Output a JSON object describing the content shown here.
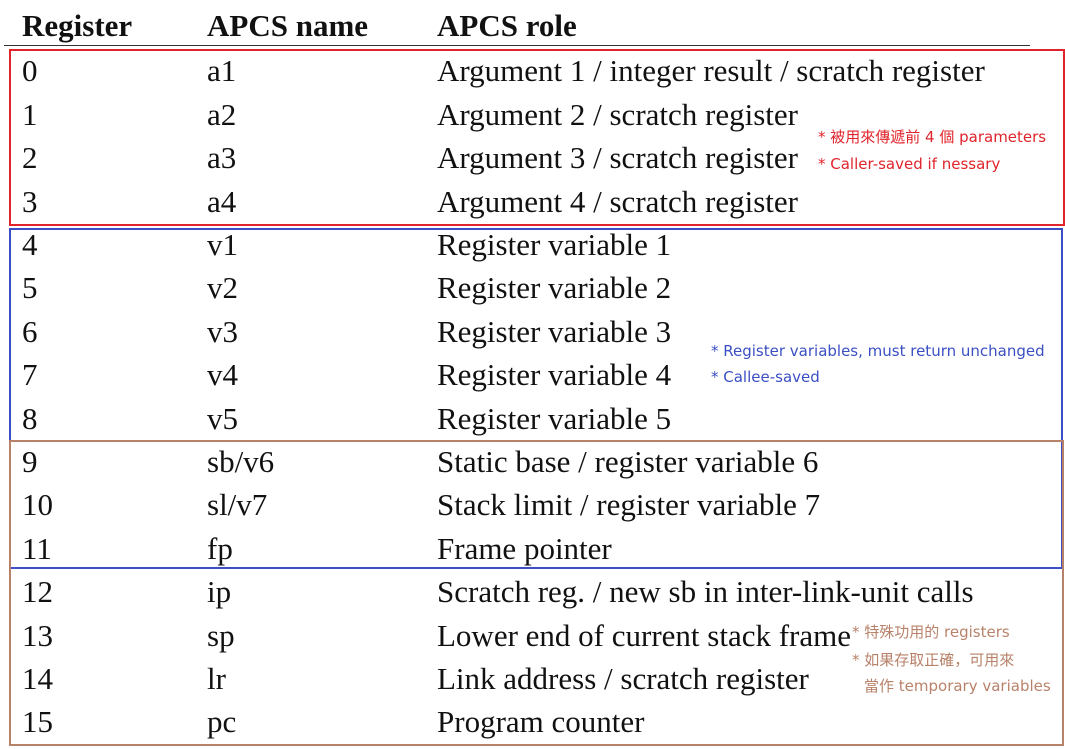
{
  "headers": {
    "register": "Register",
    "apcs_name": "APCS name",
    "apcs_role": "APCS role"
  },
  "rows": [
    {
      "num": "0",
      "name": "a1",
      "role": "Argument 1 / integer result / scratch register"
    },
    {
      "num": "1",
      "name": "a2",
      "role": "Argument 2 / scratch register"
    },
    {
      "num": "2",
      "name": "a3",
      "role": "Argument 3 / scratch register"
    },
    {
      "num": "3",
      "name": "a4",
      "role": "Argument 4 / scratch register"
    },
    {
      "num": "4",
      "name": "v1",
      "role": "Register variable 1"
    },
    {
      "num": "5",
      "name": "v2",
      "role": "Register variable 2"
    },
    {
      "num": "6",
      "name": "v3",
      "role": "Register variable 3"
    },
    {
      "num": "7",
      "name": "v4",
      "role": "Register variable 4"
    },
    {
      "num": "8",
      "name": "v5",
      "role": "Register variable 5"
    },
    {
      "num": "9",
      "name": "sb/v6",
      "role": "Static base / register variable 6"
    },
    {
      "num": "10",
      "name": "sl/v7",
      "role": "Stack limit / register variable 7"
    },
    {
      "num": "11",
      "name": "fp",
      "role": "Frame pointer"
    },
    {
      "num": "12",
      "name": "ip",
      "role": "Scratch reg. / new sb in inter-link-unit calls"
    },
    {
      "num": "13",
      "name": "sp",
      "role": "Lower end of current stack frame"
    },
    {
      "num": "14",
      "name": "lr",
      "role": "Link address / scratch register"
    },
    {
      "num": "15",
      "name": "pc",
      "role": "Program counter"
    }
  ],
  "notes": {
    "red": [
      "* 被用來傳遞前 4 個 parameters",
      "* Caller-saved if nessary"
    ],
    "blue": [
      "* Register variables, must return unchanged",
      "* Callee-saved"
    ],
    "brown": [
      "* 特殊功用的 registers",
      "* 如果存取正確，可用來",
      "當作 temporary variables"
    ]
  },
  "colors": {
    "red": "#e0242b",
    "blue": "#3b4fc4",
    "brown": "#b8826a"
  }
}
